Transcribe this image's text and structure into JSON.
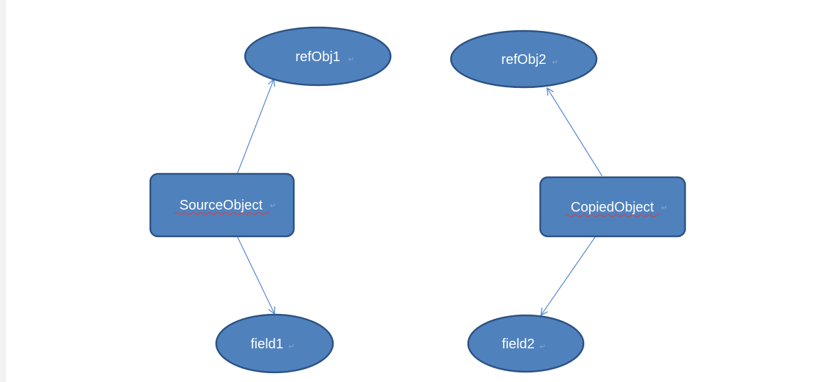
{
  "diagram": {
    "nodes": {
      "source_object": {
        "label": "SourceObject",
        "shape": "rounded-rect"
      },
      "copied_object": {
        "label": "CopiedObject",
        "shape": "rounded-rect"
      },
      "ref_obj_1": {
        "label": "refObj1",
        "shape": "ellipse"
      },
      "ref_obj_2": {
        "label": "refObj2",
        "shape": "ellipse"
      },
      "field_1": {
        "label": "field1",
        "shape": "ellipse"
      },
      "field_2": {
        "label": "field2",
        "shape": "ellipse"
      }
    },
    "edges": [
      {
        "from": "SourceObject",
        "to": "refObj1"
      },
      {
        "from": "SourceObject",
        "to": "field1"
      },
      {
        "from": "CopiedObject",
        "to": "refObj2"
      },
      {
        "from": "CopiedObject",
        "to": "field2"
      }
    ],
    "colors": {
      "node_fill": "#4f81bd",
      "node_stroke": "#2c5282",
      "edge": "#5b8bd0",
      "label": "#ffffff",
      "spellcheck_underline": "#e23b3b"
    }
  }
}
